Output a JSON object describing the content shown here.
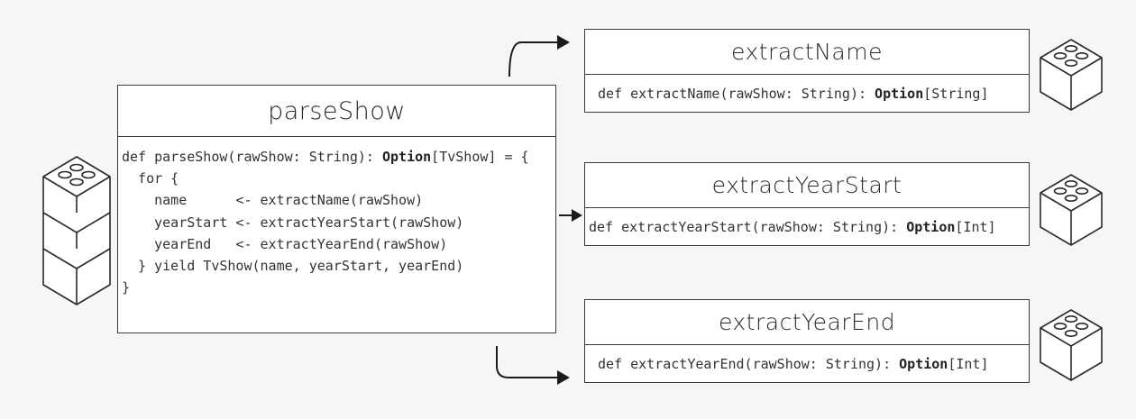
{
  "main": {
    "title": "parseShow",
    "code_lines": [
      {
        "pre": "def parseShow(rawShow: String): ",
        "kw": "Option",
        "post": "[TvShow] = {"
      },
      {
        "pre": "  for {",
        "kw": "",
        "post": ""
      },
      {
        "pre": "    name      <- extractName(rawShow)",
        "kw": "",
        "post": ""
      },
      {
        "pre": "    yearStart <- extractYearStart(rawShow)",
        "kw": "",
        "post": ""
      },
      {
        "pre": "    yearEnd   <- extractYearEnd(rawShow)",
        "kw": "",
        "post": ""
      },
      {
        "pre": "  } yield TvShow(name, yearStart, yearEnd)",
        "kw": "",
        "post": ""
      },
      {
        "pre": "}",
        "kw": "",
        "post": ""
      }
    ]
  },
  "functions": [
    {
      "title": "extractName",
      "pre": "def extractName(rawShow: String): ",
      "kw": "Option",
      "post": "[String]"
    },
    {
      "title": "extractYearStart",
      "pre": "def extractYearStart(rawShow: String): ",
      "kw": "Option",
      "post": "[Int]"
    },
    {
      "title": "extractYearEnd",
      "pre": "def extractYearEnd(rawShow: String): ",
      "kw": "Option",
      "post": "[Int]"
    }
  ]
}
